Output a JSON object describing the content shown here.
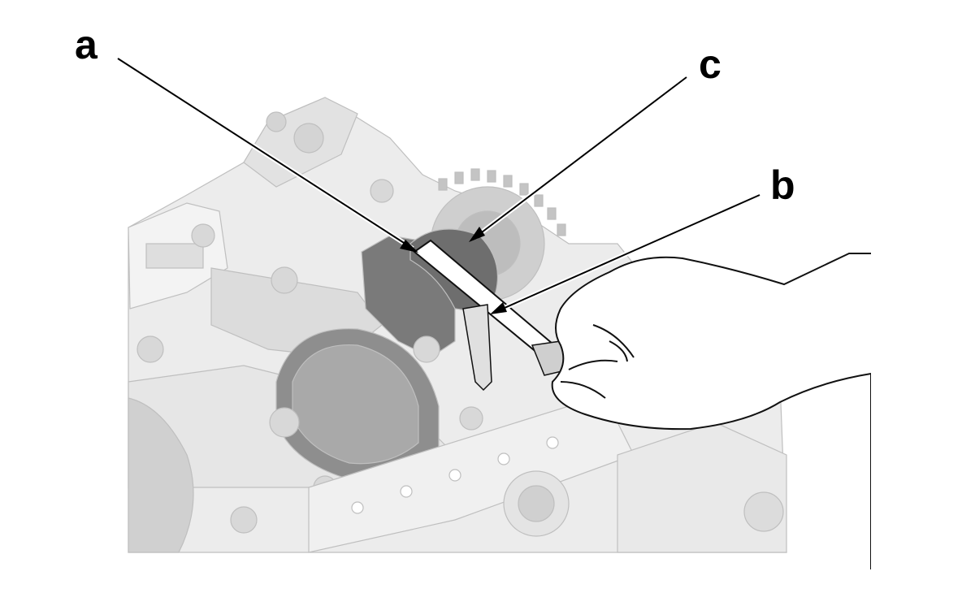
{
  "callouts": {
    "a": {
      "label": "a"
    },
    "b": {
      "label": "b"
    },
    "c": {
      "label": "c"
    }
  },
  "colors": {
    "background": "#ffffff",
    "engine_light": "#ececec",
    "engine_mid": "#d6d6d6",
    "engine_dark": "#9a9a9a",
    "engine_edge": "#bfbfbf",
    "hand_fill": "#ffffff",
    "outline": "#000000"
  }
}
